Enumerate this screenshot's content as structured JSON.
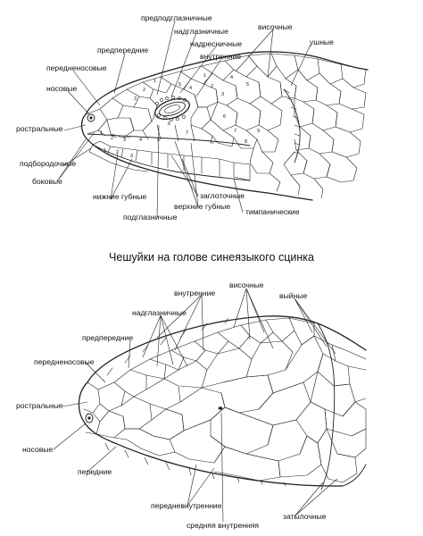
{
  "title": "Чешуйки на голове синеязыкого сцинка",
  "side_view": {
    "labels": {
      "predpodglaznichnye": "предподглазничные",
      "nadglaznichnye": "надглазничные",
      "visochnye": "височные",
      "predperednie": "предпередние",
      "nadresnichnye": "надресничные",
      "ushnye": "ушные",
      "vnutrennie": "внутренние",
      "perednenosovye": "передненосовые",
      "nosovye": "носовые",
      "rostralnye": "ростральные",
      "podborodochnye": "подбородочные",
      "bokovye": "боковые",
      "nizhnie_gubnye": "нижние губные",
      "zaglotochnye": "заглоточные",
      "verhnie_gubnye": "верхние губные",
      "podglaznichnye": "подглазничные",
      "timpanicheskie": "тимпанические"
    },
    "scale_numbers": [
      "1",
      "2",
      "3",
      "4",
      "5",
      "6",
      "7",
      "8",
      "9",
      "1",
      "2",
      "3",
      "4",
      "5",
      "6",
      "7",
      "1",
      "2",
      "3",
      "4",
      "5",
      "1",
      "2",
      "3"
    ]
  },
  "top_view": {
    "labels": {
      "vnutrennie": "внутренние",
      "visochnye": "височные",
      "nadglaznichnye": "надглазничные",
      "vyinye": "выйные",
      "predperednie": "предпередние",
      "perednenosovye": "передненосовые",
      "rostralnye": "ростральные",
      "nosovye": "носовые",
      "perednie": "передние",
      "perednevnutrennie": "передневнутренние",
      "zatylochnye": "затылочные",
      "srednyaya_vnutrennyaya": "средняя внутренняя"
    }
  }
}
